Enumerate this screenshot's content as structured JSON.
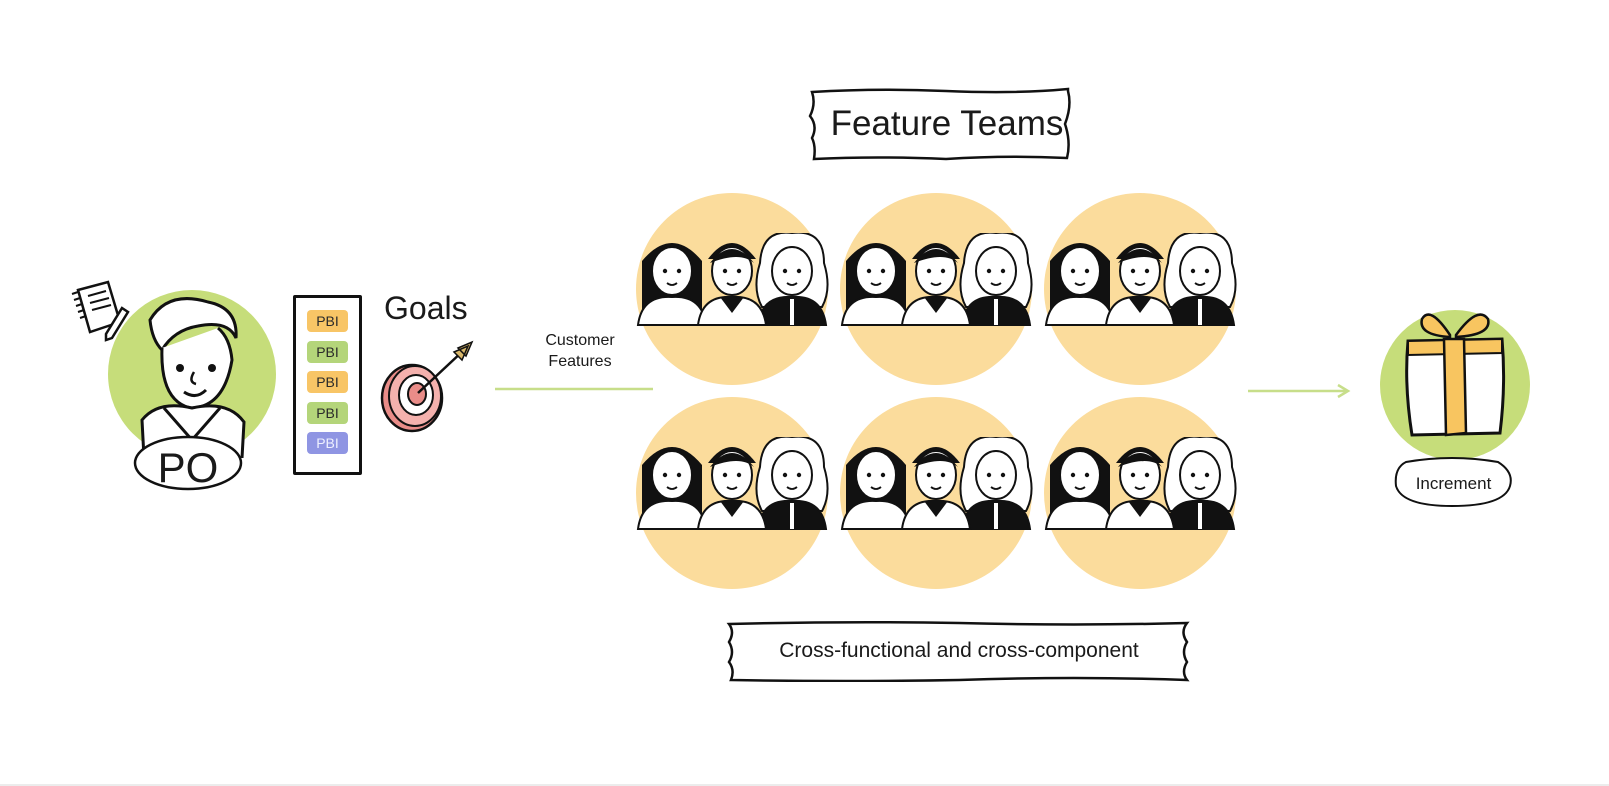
{
  "colors": {
    "green": "#c6dd7a",
    "peach": "#fbdc9c",
    "pbi_orange": "#f8c566",
    "pbi_green": "#b4d57a",
    "pbi_purple": "#8f95e3",
    "pbi_purple_text": "#eef0ff",
    "arrow": "#c7de8a",
    "ribbon": "#f8c560",
    "target_red": "#f0a3a0"
  },
  "title": "Feature Teams",
  "subtitle": "Cross-functional and cross-component",
  "product_owner": {
    "label": "PO",
    "icon": "notepad-pencil-icon"
  },
  "backlog": {
    "items": [
      {
        "label": "PBI",
        "color": "orange"
      },
      {
        "label": "PBI",
        "color": "green"
      },
      {
        "label": "PBI",
        "color": "orange"
      },
      {
        "label": "PBI",
        "color": "green"
      },
      {
        "label": "PBI",
        "color": "purple"
      }
    ]
  },
  "goals": {
    "label": "Goals",
    "icon": "target-arrow-icon"
  },
  "flow_label": {
    "line1": "Customer",
    "line2": "Features"
  },
  "teams": [
    {
      "members": 3
    },
    {
      "members": 3
    },
    {
      "members": 3
    },
    {
      "members": 3
    },
    {
      "members": 3
    },
    {
      "members": 3
    }
  ],
  "increment": {
    "label": "Increment",
    "icon": "gift-box-icon"
  }
}
